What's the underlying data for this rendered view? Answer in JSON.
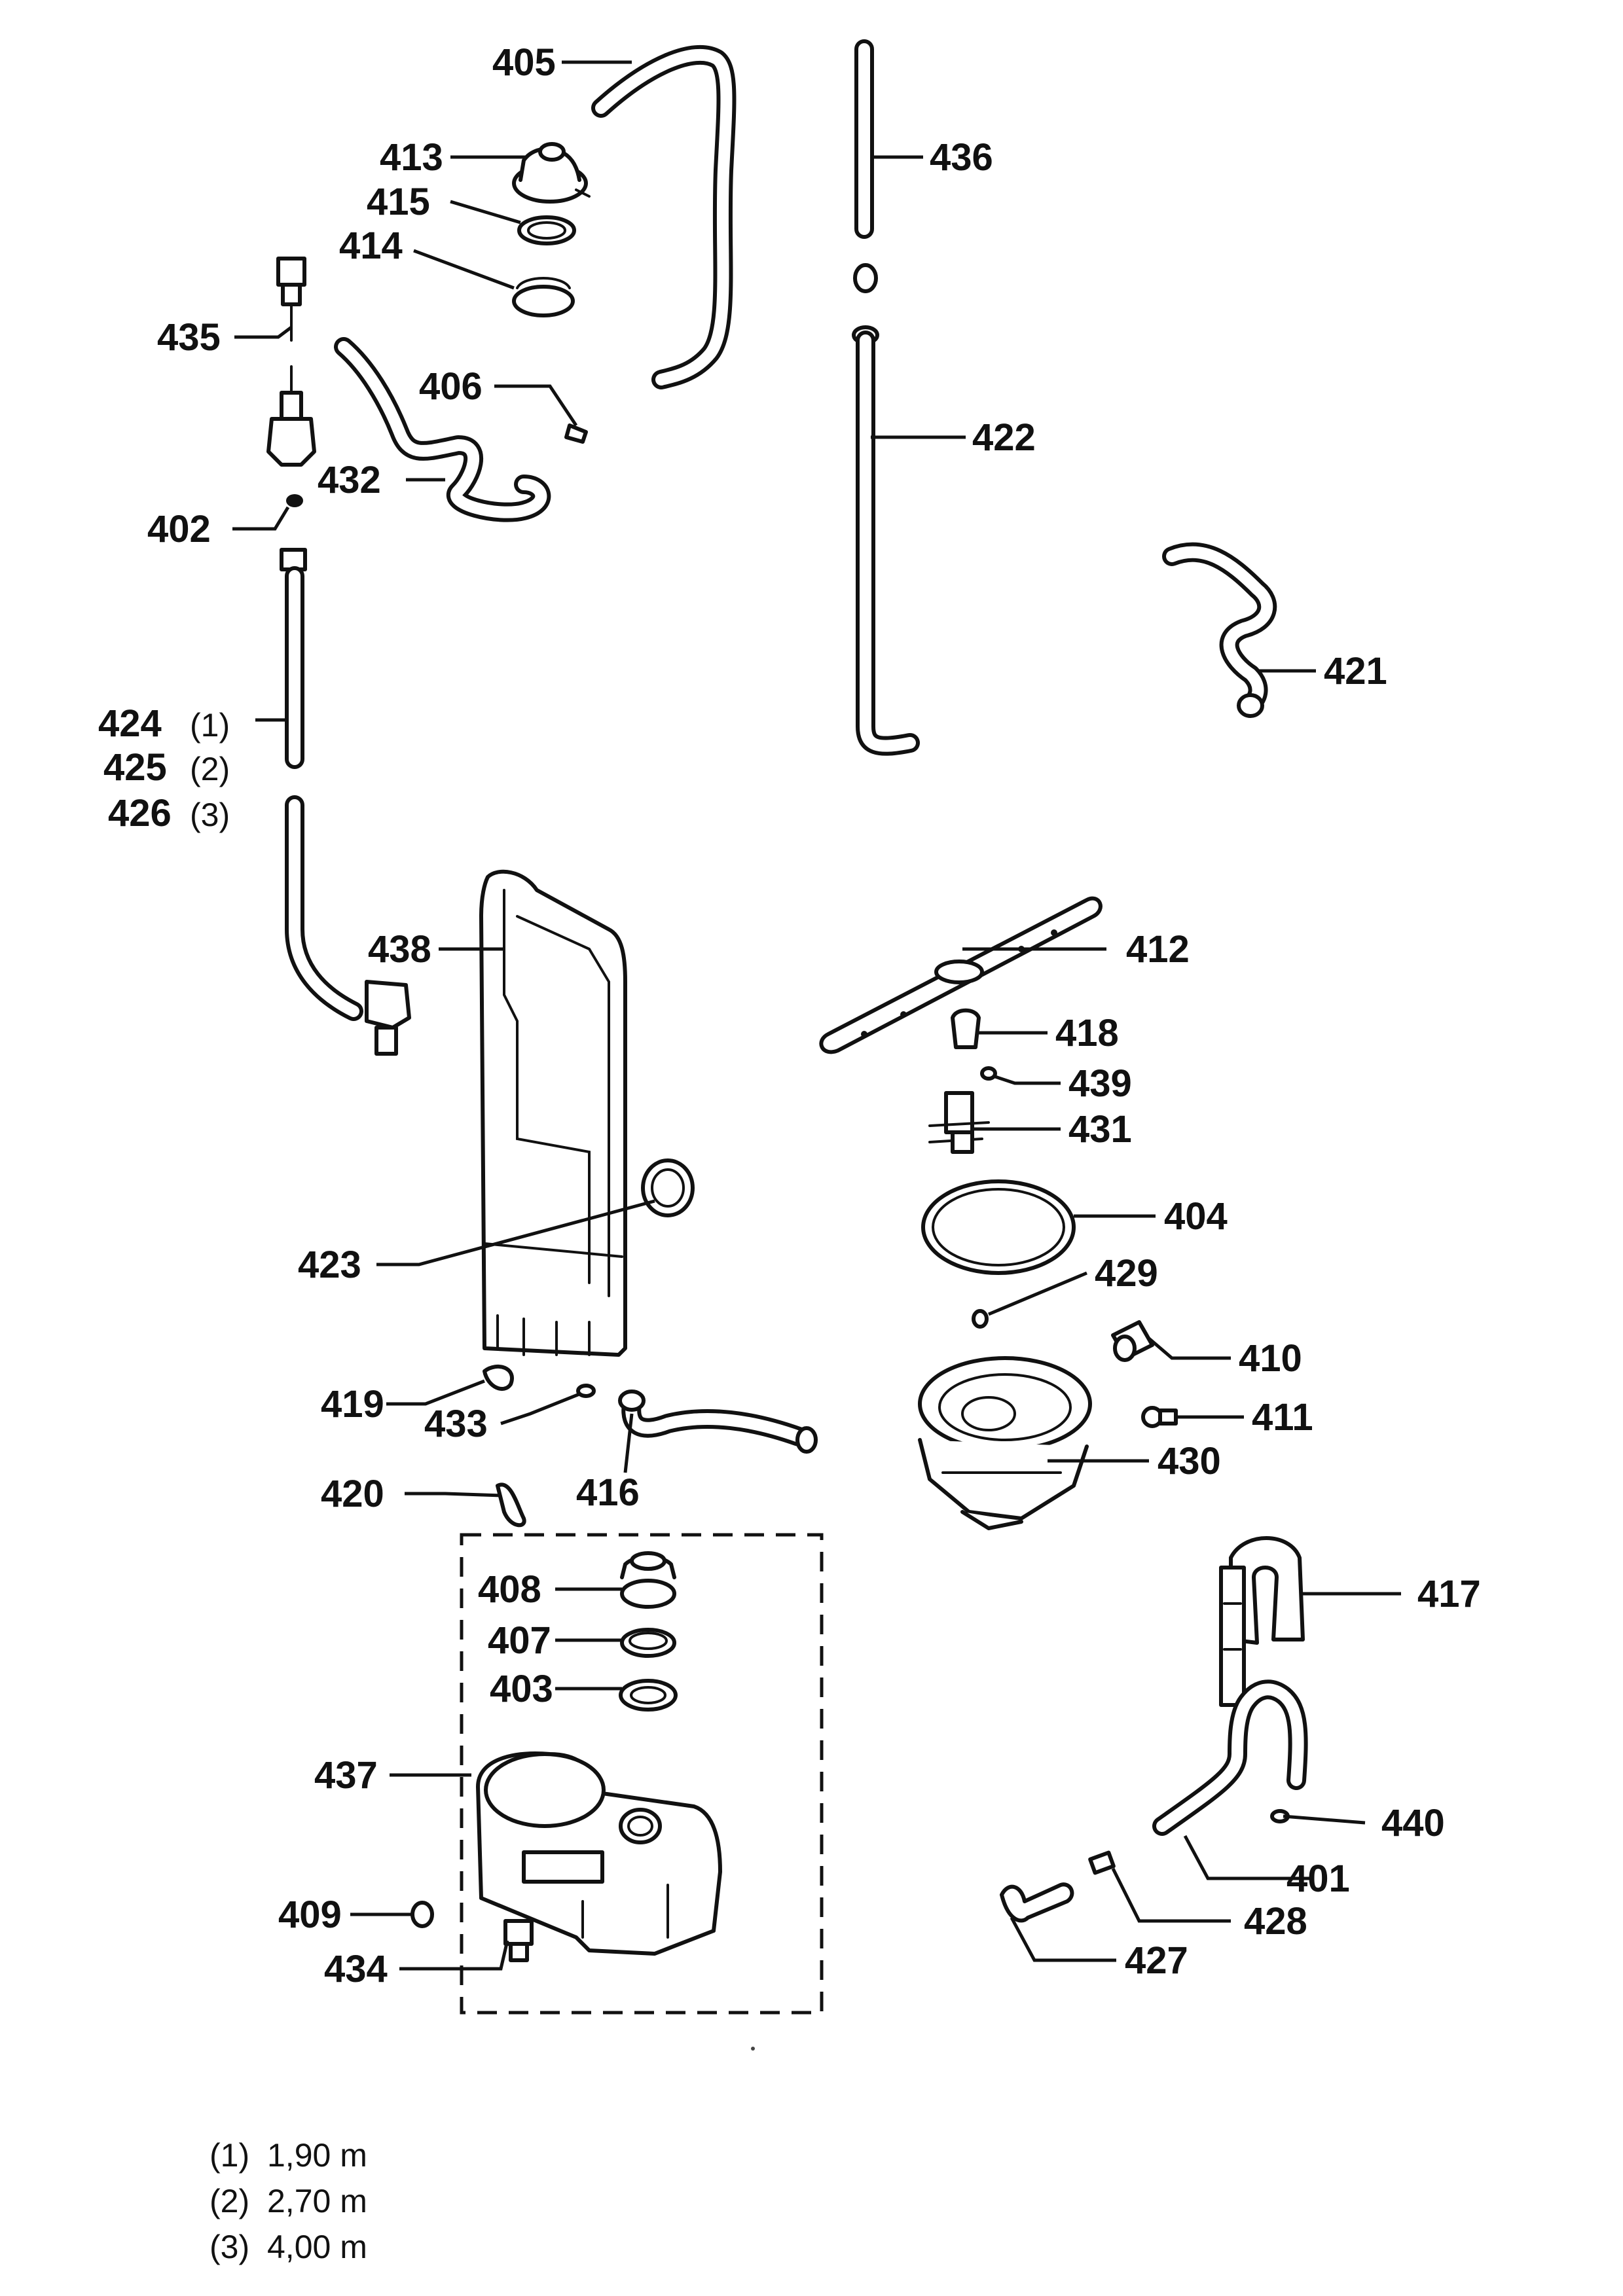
{
  "parts": [
    {
      "id": "p401",
      "number": "401"
    },
    {
      "id": "p402",
      "number": "402"
    },
    {
      "id": "p403",
      "number": "403"
    },
    {
      "id": "p404",
      "number": "404"
    },
    {
      "id": "p405",
      "number": "405"
    },
    {
      "id": "p406",
      "number": "406"
    },
    {
      "id": "p407",
      "number": "407"
    },
    {
      "id": "p408",
      "number": "408"
    },
    {
      "id": "p409",
      "number": "409"
    },
    {
      "id": "p410",
      "number": "410"
    },
    {
      "id": "p411",
      "number": "411"
    },
    {
      "id": "p412",
      "number": "412"
    },
    {
      "id": "p413",
      "number": "413"
    },
    {
      "id": "p414",
      "number": "414"
    },
    {
      "id": "p415",
      "number": "415"
    },
    {
      "id": "p416",
      "number": "416"
    },
    {
      "id": "p417",
      "number": "417"
    },
    {
      "id": "p418",
      "number": "418"
    },
    {
      "id": "p419",
      "number": "419"
    },
    {
      "id": "p420",
      "number": "420"
    },
    {
      "id": "p421",
      "number": "421"
    },
    {
      "id": "p422",
      "number": "422"
    },
    {
      "id": "p423",
      "number": "423"
    },
    {
      "id": "p424",
      "number": "424"
    },
    {
      "id": "p425",
      "number": "425"
    },
    {
      "id": "p426",
      "number": "426"
    },
    {
      "id": "p427",
      "number": "427"
    },
    {
      "id": "p428",
      "number": "428"
    },
    {
      "id": "p429",
      "number": "429"
    },
    {
      "id": "p430",
      "number": "430"
    },
    {
      "id": "p431",
      "number": "431"
    },
    {
      "id": "p432",
      "number": "432"
    },
    {
      "id": "p433",
      "number": "433"
    },
    {
      "id": "p434",
      "number": "434"
    },
    {
      "id": "p435",
      "number": "435"
    },
    {
      "id": "p436",
      "number": "436"
    },
    {
      "id": "p437",
      "number": "437"
    },
    {
      "id": "p438",
      "number": "438"
    },
    {
      "id": "p439",
      "number": "439"
    },
    {
      "id": "p440",
      "number": "440"
    }
  ],
  "length_refs": [
    "(1)",
    "(2)",
    "(3)"
  ],
  "length_notes": [
    {
      "ref": "(1)",
      "length": "1,90 m"
    },
    {
      "ref": "(2)",
      "length": "2,70 m"
    },
    {
      "ref": "(3)",
      "length": "4,00 m"
    }
  ]
}
